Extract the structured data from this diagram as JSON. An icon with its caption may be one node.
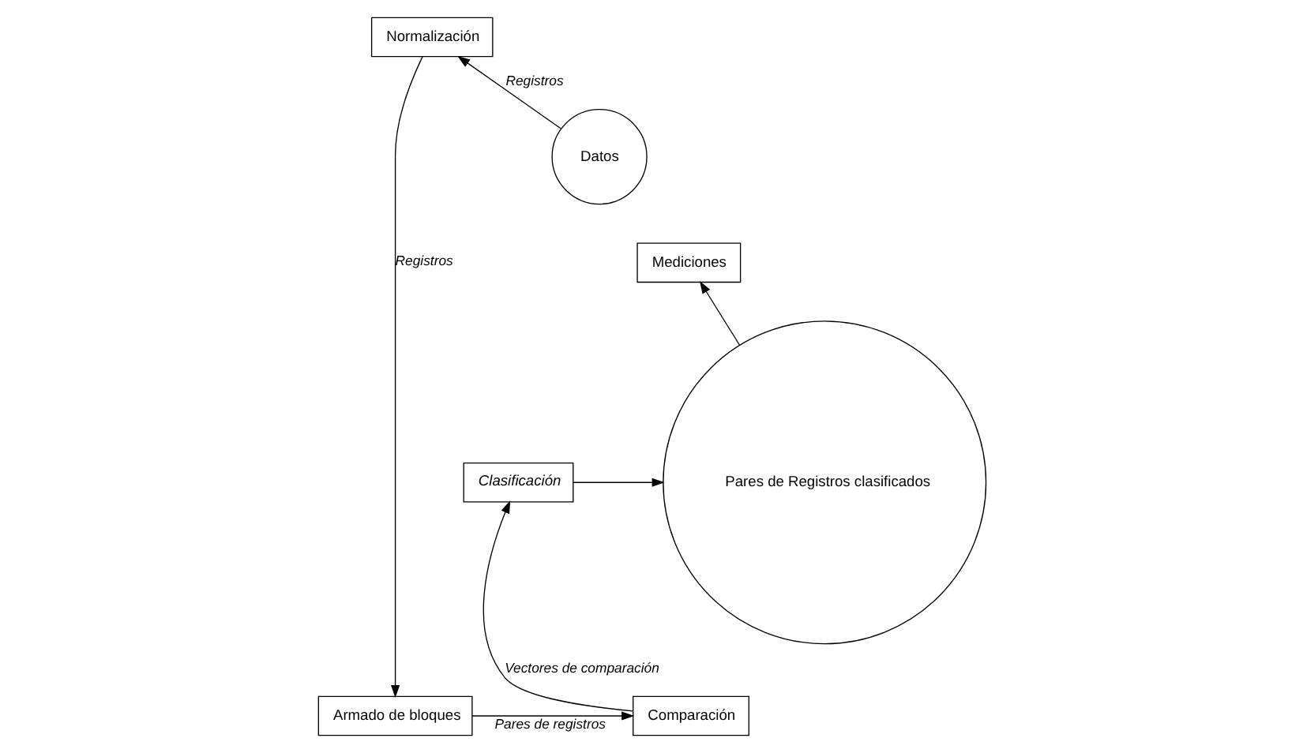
{
  "diagram": {
    "nodes": [
      {
        "text": [
          "Armado de bloques"
        ]
      },
      {
        "text": [
          "Comparación"
        ]
      },
      {
        "text": [
          "Normalización"
        ]
      },
      {
        "text": [
          "Clasificación"
        ]
      },
      {
        "text": [
          "Pares de Registros clasificados"
        ]
      },
      {
        "text": [
          "Datos"
        ]
      },
      {
        "text": [
          "Mediciones"
        ]
      }
    ],
    "edges": [
      {
        "from": 5,
        "to": 2,
        "arrow": "to",
        "label": "Registros"
      },
      {
        "from": 2,
        "to": 0,
        "arrow": "to",
        "label": "Registros"
      },
      {
        "from": 0,
        "to": 1,
        "arrow": "to",
        "label": "Pares de registros"
      },
      {
        "from": 1,
        "to": 3,
        "arrow": "to",
        "label": "Vectores de comparación"
      },
      {
        "from": 3,
        "to": 4,
        "arrow": "to"
      },
      {
        "from": 4,
        "to": 6,
        "arrow": "to"
      }
    ]
  }
}
